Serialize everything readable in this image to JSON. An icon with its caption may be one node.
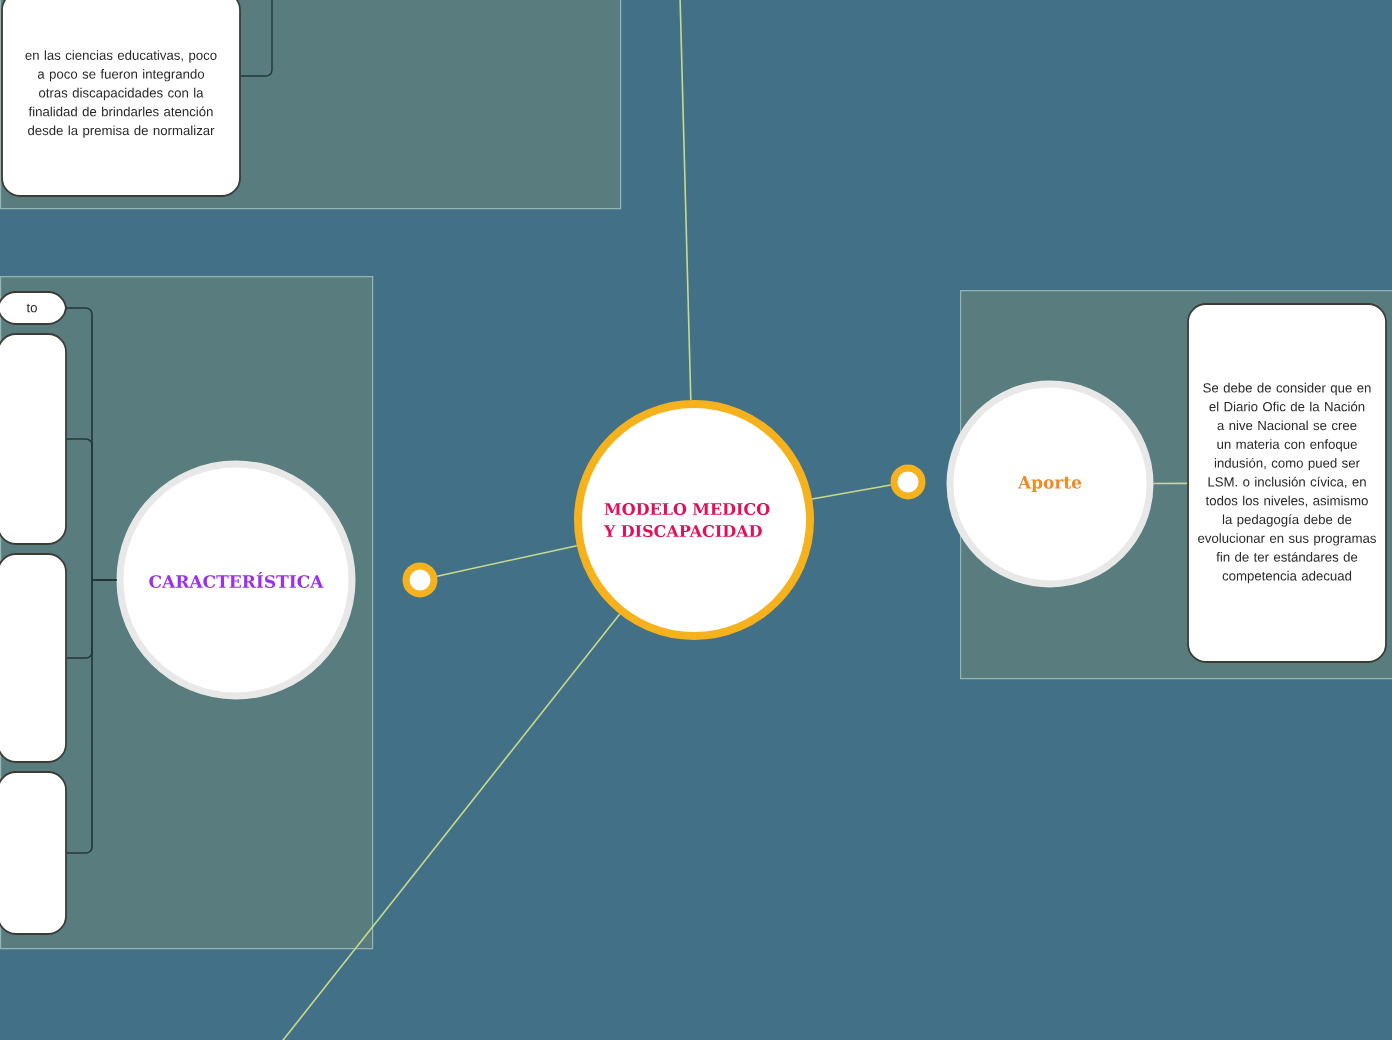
{
  "diagram": {
    "nodes": [
      {
        "text": [
          "MODELO MEDICO Y DISCAPACIDAD"
        ]
      },
      {
        "text": [],
        "shape": "box"
      },
      {
        "text": [
          "en las ciencias educativas, poco a poco se fueron integrando otras discapacidades con la finalidad de brindarles atención desde la premisa de normalizar"
        ],
        "in": 1
      },
      {
        "text": [],
        "shape": "box"
      },
      {
        "text": [
          "CARACTERÍSTICA"
        ],
        "in": 3
      },
      {
        "text": [
          "to"
        ],
        "in": 3
      },
      {
        "text": [],
        "shape": "box",
        "in": 3
      },
      {
        "text": [],
        "shape": "box",
        "in": 3
      },
      {
        "text": [],
        "shape": "box",
        "in": 3
      },
      {
        "text": [],
        "shape": "circle"
      },
      {
        "text": [],
        "shape": "circle"
      },
      {
        "text": [],
        "shape": "box"
      },
      {
        "text": [
          "Aporte"
        ],
        "in": 11
      },
      {
        "text": [
          "Se debe de consider que en el Diario Ofic de la Nación a nive Nacional se cree un materia con enfoque indusión, como pued ser LSM. o inclusión cívica, en todos los niveles, asimismo la pedagogía debe de evolucionar en sus programas fin de ter estándares de competencia adecuad"
        ],
        "in": 11
      }
    ],
    "edges": [
      {
        "from": null,
        "to": 0,
        "arrow": "none"
      },
      {
        "from": 0,
        "to": 9,
        "arrow": "none"
      },
      {
        "from": 0,
        "to": 10,
        "arrow": "none"
      },
      {
        "from": null,
        "to": 0,
        "arrow": "none"
      },
      {
        "from": 12,
        "to": 13,
        "arrow": "none"
      },
      {
        "from": 4,
        "to": 5,
        "arrow": "none",
        "color": "#25363a"
      },
      {
        "from": 4,
        "to": 6,
        "arrow": "none",
        "color": "#25363a"
      },
      {
        "from": 4,
        "to": 7,
        "arrow": "none",
        "color": "#25363a"
      },
      {
        "from": 4,
        "to": 8,
        "arrow": "none",
        "color": "#25363a"
      }
    ]
  }
}
